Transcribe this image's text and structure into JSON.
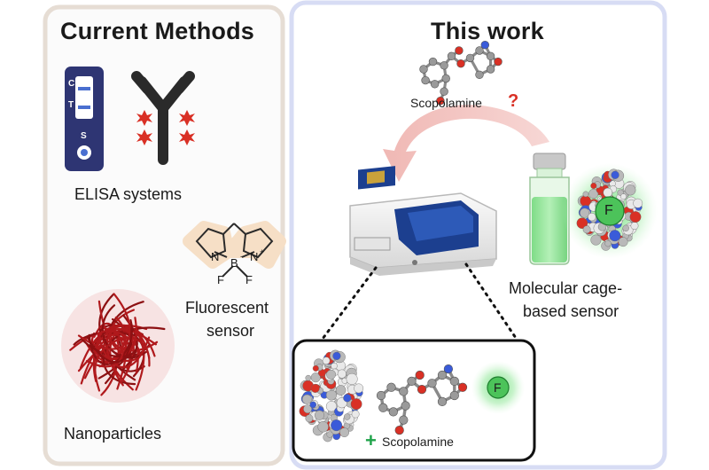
{
  "left_panel": {
    "title": "Current Methods",
    "test_strip": {
      "c_mark": "C",
      "t_mark": "T",
      "s_mark": "S"
    },
    "elisa_label": "ELISA systems",
    "bodipy": {
      "n1": "N",
      "n2": "N",
      "boron": "B",
      "f1": "F",
      "f2": "F",
      "minus": "-",
      "plus": "+"
    },
    "fluorescent_label_line1": "Fluorescent",
    "fluorescent_label_line2": "sensor",
    "nanoparticles_label": "Nanoparticles"
  },
  "right_panel": {
    "title": "This work",
    "analyte_label": "Scopolamine",
    "question_mark": "?",
    "sensor_label_line1": "Molecular cage-",
    "sensor_label_line2": "based sensor",
    "fluorophore_letter": "F",
    "inset": {
      "plus_sign": "+",
      "analyte_label": "Scopolamine",
      "fluorophore_letter": "F"
    }
  },
  "colors": {
    "left_panel_border": "#e6ddd4",
    "right_panel_border": "#d7dcf4",
    "strip": "#2e3573",
    "accent_red": "#d93025",
    "glow_green": "#6fdc7a",
    "nanoparticle": "#b0191c",
    "spectrometer_blue": "#1c3f8f"
  }
}
